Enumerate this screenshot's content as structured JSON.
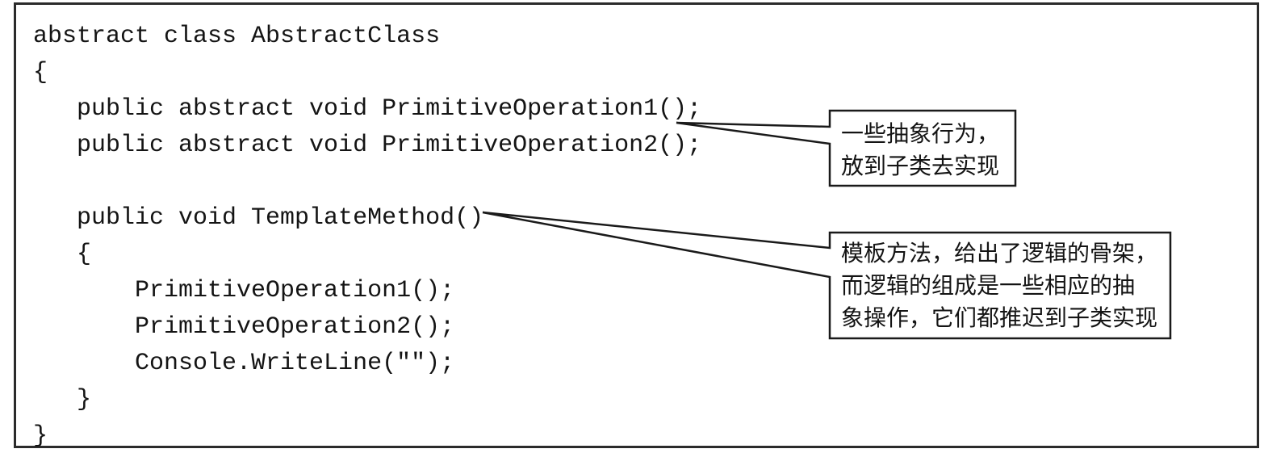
{
  "code_block": {
    "language": "csharp",
    "lines": [
      "abstract class AbstractClass",
      "{",
      "   public abstract void PrimitiveOperation1();",
      "   public abstract void PrimitiveOperation2();",
      "",
      "   public void TemplateMethod()",
      "   {",
      "       PrimitiveOperation1();",
      "       PrimitiveOperation2();",
      "       Console.WriteLine(\"\");",
      "   }",
      "}"
    ]
  },
  "callouts": {
    "abstract_behaviors": {
      "text": "一些抽象行为，\n放到子类去实现",
      "points_to": "PrimitiveOperation1/PrimitiveOperation2 abstract method declarations"
    },
    "template_method": {
      "text": "模板方法，给出了逻辑的骨架，\n而逻辑的组成是一些相应的抽\n象操作，它们都推迟到子类实现",
      "points_to": "TemplateMethod() declaration"
    }
  },
  "colors": {
    "ink": "#1a1a1a",
    "frame_border": "#2b2b2b",
    "background": "#ffffff"
  }
}
